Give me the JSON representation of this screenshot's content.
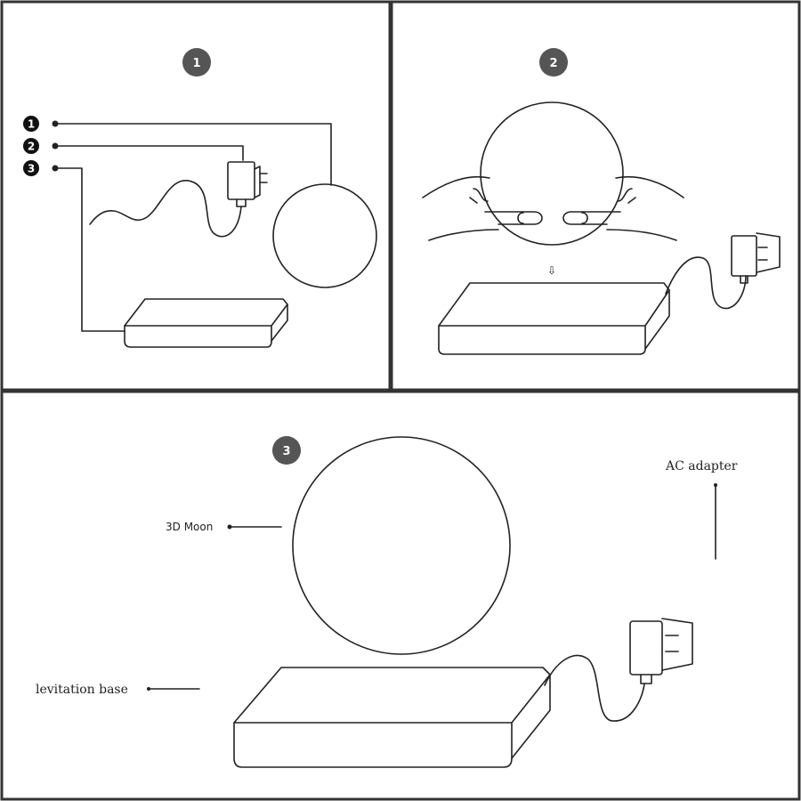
{
  "panels": [
    {
      "step": "1",
      "bullets": [
        "1",
        "2",
        "3"
      ]
    },
    {
      "step": "2",
      "arrow": "⇩"
    },
    {
      "step": "3",
      "labels": {
        "moon": "3D Moon",
        "adapter": "AC adapter",
        "base": "levitation base"
      }
    }
  ]
}
